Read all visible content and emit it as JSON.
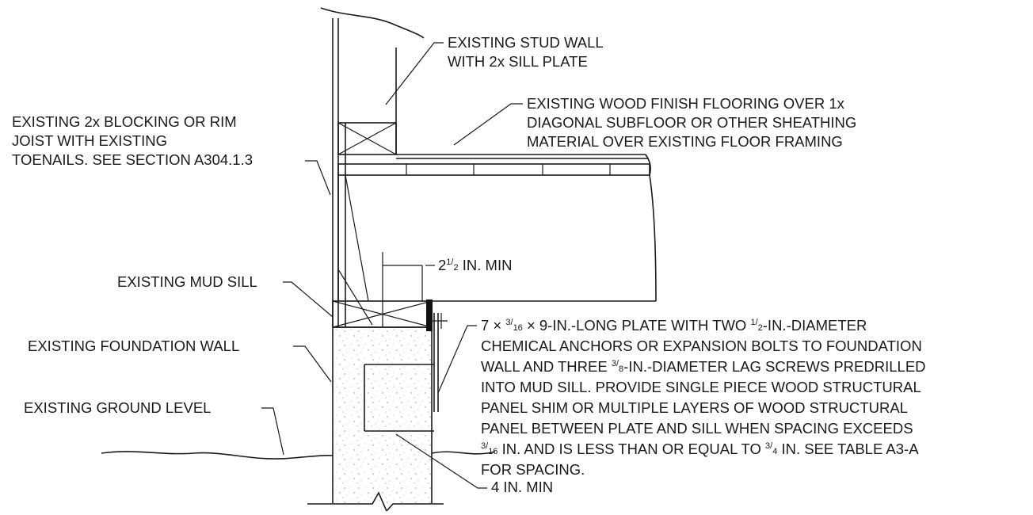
{
  "labels": {
    "stud_wall": {
      "lines": [
        "EXISTING STUD WALL",
        "WITH 2x SILL PLATE"
      ]
    },
    "flooring": {
      "lines": [
        "EXISTING WOOD FINISH FLOORING OVER 1x",
        "DIAGONAL SUBFLOOR OR OTHER SHEATHING",
        "MATERIAL OVER EXISTING FLOOR FRAMING"
      ]
    },
    "blocking": {
      "lines": [
        "EXISTING 2x BLOCKING OR RIM",
        "JOIST WITH EXISTING",
        "TOENAILS.  SEE SECTION A304.1.3"
      ]
    },
    "min_2_5": {
      "whole": "2",
      "num": "1",
      "den": "2",
      "rest": " IN. MIN"
    },
    "mud_sill": {
      "text": "EXISTING MUD SILL"
    },
    "foundation_wall": {
      "text": "EXISTING FOUNDATION WALL"
    },
    "ground_level": {
      "text": "EXISTING GROUND LEVEL"
    },
    "min_4": {
      "text": "4 IN. MIN"
    },
    "plate_note": {
      "l1a": "7 × ",
      "l1_num": "3",
      "l1_den": "16",
      "l1b": " × 9-IN.-LONG PLATE WITH TWO ",
      "l1_num2": "1",
      "l1_den2": "2",
      "l1c": "-IN.-DIAMETER",
      "l2": "CHEMICAL ANCHORS OR EXPANSION BOLTS TO FOUNDATION",
      "l3a": "WALL AND THREE ",
      "l3_num": "3",
      "l3_den": "8",
      "l3b": "-IN.-DIAMETER LAG SCREWS PREDRILLED",
      "l4": "INTO MUD SILL. PROVIDE SINGLE PIECE WOOD STRUCTURAL",
      "l5": "PANEL SHIM OR MULTIPLE LAYERS OF WOOD STRUCTURAL",
      "l6": "PANEL BETWEEN PLATE AND SILL WHEN SPACING EXCEEDS",
      "l7_num": "3",
      "l7_den": "16",
      "l7a": " IN. AND IS LESS THAN OR EQUAL TO ",
      "l7_num2": "3",
      "l7_den2": "4",
      "l7b": " IN. SEE TABLE A3-A",
      "l8": "FOR SPACING."
    }
  }
}
